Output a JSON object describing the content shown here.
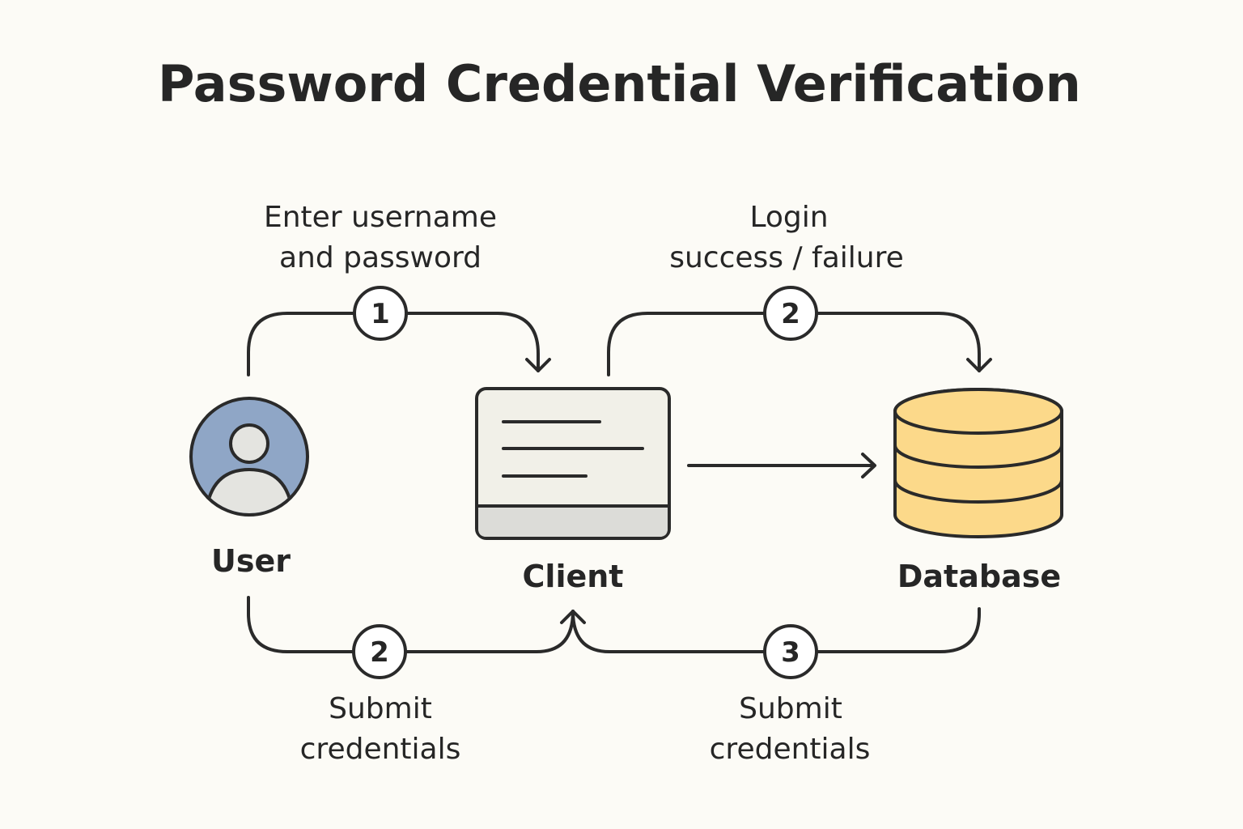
{
  "title": "Password Credential Verification",
  "nodes": {
    "user": {
      "label": "User",
      "avatar_color": "#8fa6c6",
      "body_color": "#e4e4e0"
    },
    "client": {
      "label": "Client",
      "window_color": "#f1f0e8",
      "footer_color": "#dcdcd8"
    },
    "database": {
      "label": "Database",
      "fill_color": "#fcd98a"
    }
  },
  "steps": {
    "top_left": {
      "number": "1",
      "label_line1": "Enter username",
      "label_line2": "and password"
    },
    "top_right": {
      "number": "2",
      "label_line1": "Login",
      "label_line2": "success / failure"
    },
    "bottom_left": {
      "number": "2",
      "label_line1": "Submit",
      "label_line2": "credentials"
    },
    "bottom_right": {
      "number": "3",
      "label_line1": "Submit",
      "label_line2": "credentials"
    }
  },
  "colors": {
    "background": "#fcfbf6",
    "stroke": "#2a2a2a",
    "badge_fill": "#ffffff"
  }
}
